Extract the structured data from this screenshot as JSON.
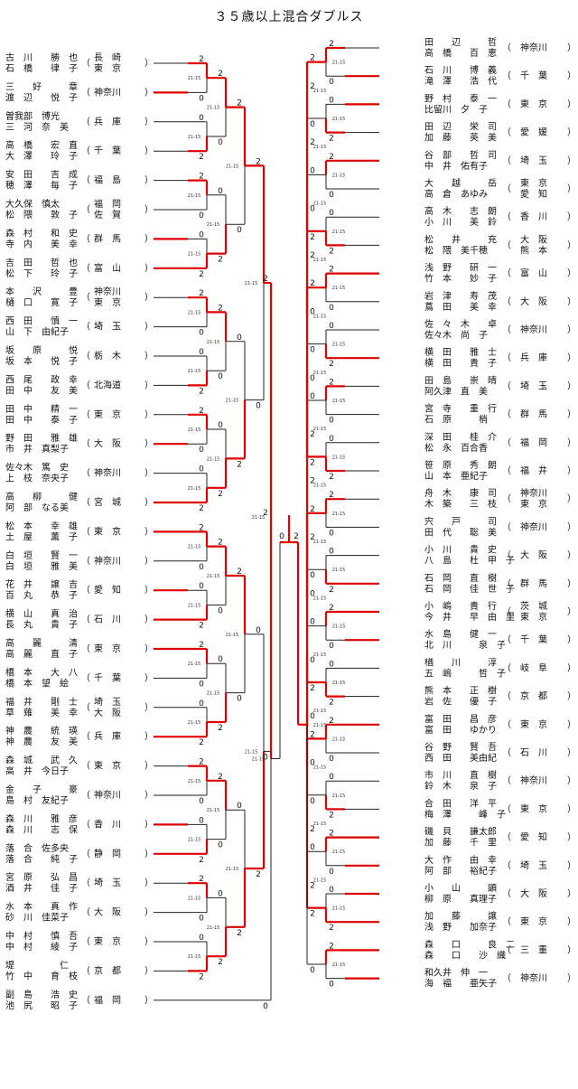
{
  "title": "３５歳以上混合ダブルス",
  "left": [
    {
      "p1": "古　川　　勝　也",
      "p2": "石　橋　　律　子",
      "pref": "長　崎",
      "pref2": "東　京"
    },
    {
      "p1": "三　　好　　　章",
      "p2": "渡　辺　　悦　子",
      "pref": "神奈川"
    },
    {
      "p1": "曽我部　博光",
      "p2": "三　河　奈　美",
      "pref": "兵　庫"
    },
    {
      "p1": "高　橋　　宏　直",
      "p2": "大　澤　　玲　子",
      "pref": "千　葉"
    },
    {
      "p1": "安　田　　吉　成",
      "p2": "穂　澤　　每　子",
      "pref": "福　島"
    },
    {
      "p1": "大久保　慎太",
      "p2": "松　隈　　敦　子",
      "pref": "福　岡",
      "pref2": "佐　賀"
    },
    {
      "p1": "森　村　　和　史",
      "p2": "寺　内　　美　幸",
      "pref": "群　馬"
    },
    {
      "p1": "吉　田　　哲　也",
      "p2": "松　下　　玲　子",
      "pref": "富　山"
    },
    {
      "p1": "本　　沢　　　豊",
      "p2": "樋　口　　寛　子",
      "pref": "神奈川",
      "pref2": "東　京"
    },
    {
      "p1": "西　田　　慎　一",
      "p2": "山　下　由紀子",
      "pref": "埼　玉"
    },
    {
      "p1": "坂　　原　　　悦",
      "p2": "坂　本　　悦　子",
      "pref": "栃　木"
    },
    {
      "p1": "西　尾　　政　幸",
      "p2": "田　中　　友　美",
      "pref": "北海道"
    },
    {
      "p1": "田　中　　精　一",
      "p2": "田　中　　泰　子",
      "pref": "東　京"
    },
    {
      "p1": "野　田　　雅　雄",
      "p2": "市　井　真梨子",
      "pref": "大　阪"
    },
    {
      "p1": "佐々木　篤　史",
      "p2": "上　枝　奈央子",
      "pref": "神奈川"
    },
    {
      "p1": "高　　柳　　　健",
      "p2": "阿　部　なる美",
      "pref": "宮　城"
    },
    {
      "p1": "松　本　　幸　雄",
      "p2": "土　屋　　薫　子",
      "pref": "東　京"
    },
    {
      "p1": "白　垣　　賢　一",
      "p2": "白　垣　　雅　美",
      "pref": "神奈川"
    },
    {
      "p1": "花　井　　譲　吉",
      "p2": "百　丸　　恭　子",
      "pref": "愛　知"
    },
    {
      "p1": "横　山　　真　治",
      "p2": "長　丸　　貴　子",
      "pref": "石　川"
    },
    {
      "p1": "高　　麗　　　清",
      "p2": "高　麗　　直　子",
      "pref": "東　京"
    },
    {
      "p1": "橋　本　　大　八",
      "p2": "橋　本　望　絵",
      "pref": "千　葉"
    },
    {
      "p1": "福　井　　剛　士",
      "p2": "草　薙　　美　幸",
      "pref": "埼　玉",
      "pref2": "大　阪"
    },
    {
      "p1": "神　農　　統　瑛",
      "p2": "神　農　　友　美",
      "pref": "兵　庫"
    },
    {
      "p1": "森　城　　武　久",
      "p2": "高　井　今日子",
      "pref": "東　京"
    },
    {
      "p1": "金　　子　　　豪",
      "p2": "島　村　友紀子",
      "pref": "神奈川"
    },
    {
      "p1": "森　川　　雅　彦",
      "p2": "森　川　　志　保",
      "pref": "香　川"
    },
    {
      "p1": "落　合　佐多央",
      "p2": "落　合　　純　子",
      "pref": "静　岡"
    },
    {
      "p1": "宮　原　　弘　昌",
      "p2": "酒　井　　佳　子",
      "pref": "埼　玉"
    },
    {
      "p1": "水　本　　真　作",
      "p2": "砂　川　佳菜子",
      "pref": "大　阪"
    },
    {
      "p1": "中　村　　慎　吾",
      "p2": "中　村　　綾　子",
      "pref": "東　京"
    },
    {
      "p1": "堤　　　　　仁",
      "p2": "竹　中　　育　枝",
      "pref": "京　都"
    },
    {
      "p1": "副　島　　浩　史",
      "p2": "池　尻　　昭　子",
      "pref": "福　岡"
    }
  ],
  "right": [
    {
      "p1": "田　　辺　　　哲",
      "p2": "高　橋　　百　恵",
      "pref": "神奈川"
    },
    {
      "p1": "石　川　　博　義",
      "p2": "滝　澤　　浩　代",
      "pref": "千　葉"
    },
    {
      "p1": "野　村　　泰　一",
      "p2": "比留川　夕　子",
      "pref": "東　京"
    },
    {
      "p1": "田　辺　　栄　司",
      "p2": "加　藤　　英　美",
      "pref": "愛　媛"
    },
    {
      "p1": "谷　部　　哲　司",
      "p2": "中　井　佑有子",
      "pref": "埼　玉"
    },
    {
      "p1": "大　　越　　　岳",
      "p2": "高　倉　あゆみ",
      "pref": "東　京",
      "pref2": "愛　知"
    },
    {
      "p1": "高　木　　志　朗",
      "p2": "小　川　　美　鈴",
      "pref": "香　川"
    },
    {
      "p1": "松　　井　　　充",
      "p2": "松　隈　美千穂",
      "pref": "大　阪",
      "pref2": "熊　本"
    },
    {
      "p1": "浅　野　　研　一",
      "p2": "竹　本　　妙　子",
      "pref": "富　山"
    },
    {
      "p1": "岩　津　　寿　茂",
      "p2": "蔦　田　　美　幸",
      "pref": "大　阪"
    },
    {
      "p1": "佐　々　木　　卓",
      "p2": "佐々木　尚　子",
      "pref": "神奈川"
    },
    {
      "p1": "横　田　　雅　士",
      "p2": "横　田　　貴　子",
      "pref": "兵　庫"
    },
    {
      "p1": "田　島　　崇　晴",
      "p2": "阿久津　直　美",
      "pref": "埼　玉"
    },
    {
      "p1": "宮　寺　　重　行",
      "p2": "石　原　　　梢",
      "pref": "群　馬"
    },
    {
      "p1": "深　田　　桂　介",
      "p2": "松　永　百合香",
      "pref": "福　岡"
    },
    {
      "p1": "笹　原　　秀　朗",
      "p2": "山　本　亜紀子",
      "pref": "福　井"
    },
    {
      "p1": "舟　木　　康　司",
      "p2": "木　築　　三　枝",
      "pref": "神奈川",
      "pref2": "東　京"
    },
    {
      "p1": "宍　　戸　　　司",
      "p2": "田　代　　聡　美",
      "pref": "神奈川"
    },
    {
      "p1": "小　川　　貴　史",
      "p2": "八　島　　杜　甲　子",
      "pref": "大　阪"
    },
    {
      "p1": "石　岡　　直　樹",
      "p2": "石　岡　　佳　世　子",
      "pref": "群　馬"
    },
    {
      "p1": "小　嶋　　貴　行",
      "p2": "今　井　　早　由　里",
      "pref": "茨　城",
      "pref2": "東　京"
    },
    {
      "p1": "水　島　　健　一",
      "p2": "北　川　　　泉　子",
      "pref": "千　葉"
    },
    {
      "p1": "楢　　川　　　淳",
      "p2": "五　嶋　　　哲　子",
      "pref": "岐　阜"
    },
    {
      "p1": "熊　本　　正　樹",
      "p2": "岩　佐　　優　子",
      "pref": "京　都"
    },
    {
      "p1": "富　田　　昌　彦",
      "p2": "富　田　　ゆかり",
      "pref": "東　京"
    },
    {
      "p1": "谷　野　　賢　吾",
      "p2": "西　田　　美由紀",
      "pref": "石　川"
    },
    {
      "p1": "市　川　　直　樹",
      "p2": "鈴　木　　泉　子",
      "pref": "神奈川"
    },
    {
      "p1": "合　田　　洋　平",
      "p2": "梅　澤　　　峰　子",
      "pref": "東　京"
    },
    {
      "p1": "磯　貝　　謙太郎",
      "p2": "加　藤　　千　里",
      "pref": "愛　知"
    },
    {
      "p1": "大　作　　由　幸",
      "p2": "阿　部　　裕紀子",
      "pref": "埼　玉"
    },
    {
      "p1": "小　　山　　　顕",
      "p2": "柳　原　　真理子",
      "pref": "大　阪"
    },
    {
      "p1": "加　　藤　　　譲",
      "p2": "浅　野　　加奈子",
      "pref": "東　京"
    },
    {
      "p1": "森　　口　　　良　二",
      "p2": "森　　口　　沙　織",
      "pref": "三　重"
    },
    {
      "p1": "和久井　伸　一",
      "p2": "海　福　　亜矢子",
      "pref": "神奈川"
    }
  ]
}
